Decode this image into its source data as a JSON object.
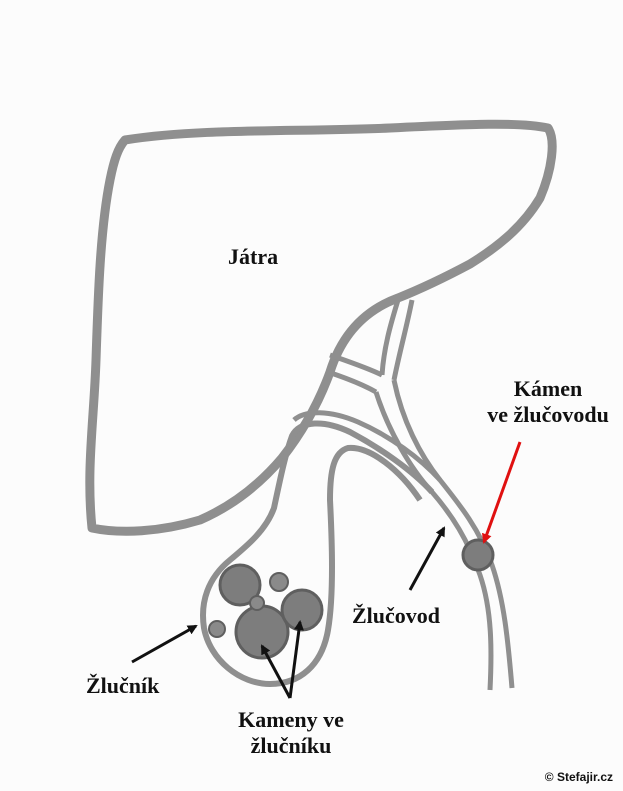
{
  "labels": {
    "liver": "Játra",
    "stone_in_duct_line1": "Kámen",
    "stone_in_duct_line2": "ve žlučovodu",
    "bile_duct": "Žlučovod",
    "gallbladder": "Žlučník",
    "gallstones_line1": "Kameny ve",
    "gallstones_line2": "žlučníku"
  },
  "copyright": "© Stefajir.cz",
  "colors": {
    "outline": "#8f8f8f",
    "stone_fill": "#7d7d7d",
    "arrow": "#111111",
    "highlight_arrow": "#e01010",
    "text": "#111111",
    "background": "#fcfcfc"
  }
}
